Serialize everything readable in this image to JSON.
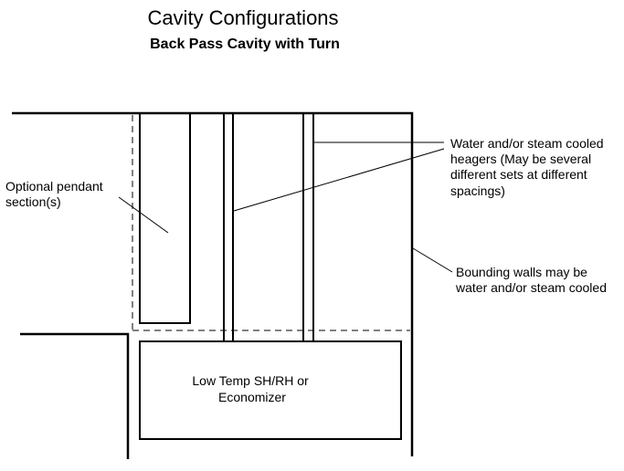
{
  "title": "Cavity Configurations",
  "subtitle": "Back Pass Cavity with Turn",
  "labels": {
    "pendant": [
      "Optional pendant",
      "section(s)"
    ],
    "headers": [
      "Water and/or steam cooled",
      "heagers (May be several",
      "different sets at different",
      "spacings)"
    ],
    "walls": [
      "Bounding walls may be",
      "water and/or steam cooled"
    ],
    "economizer": [
      "Low Temp SH/RH or",
      "Economizer"
    ]
  },
  "colors": {
    "line": "#000000",
    "background": "#ffffff"
  }
}
